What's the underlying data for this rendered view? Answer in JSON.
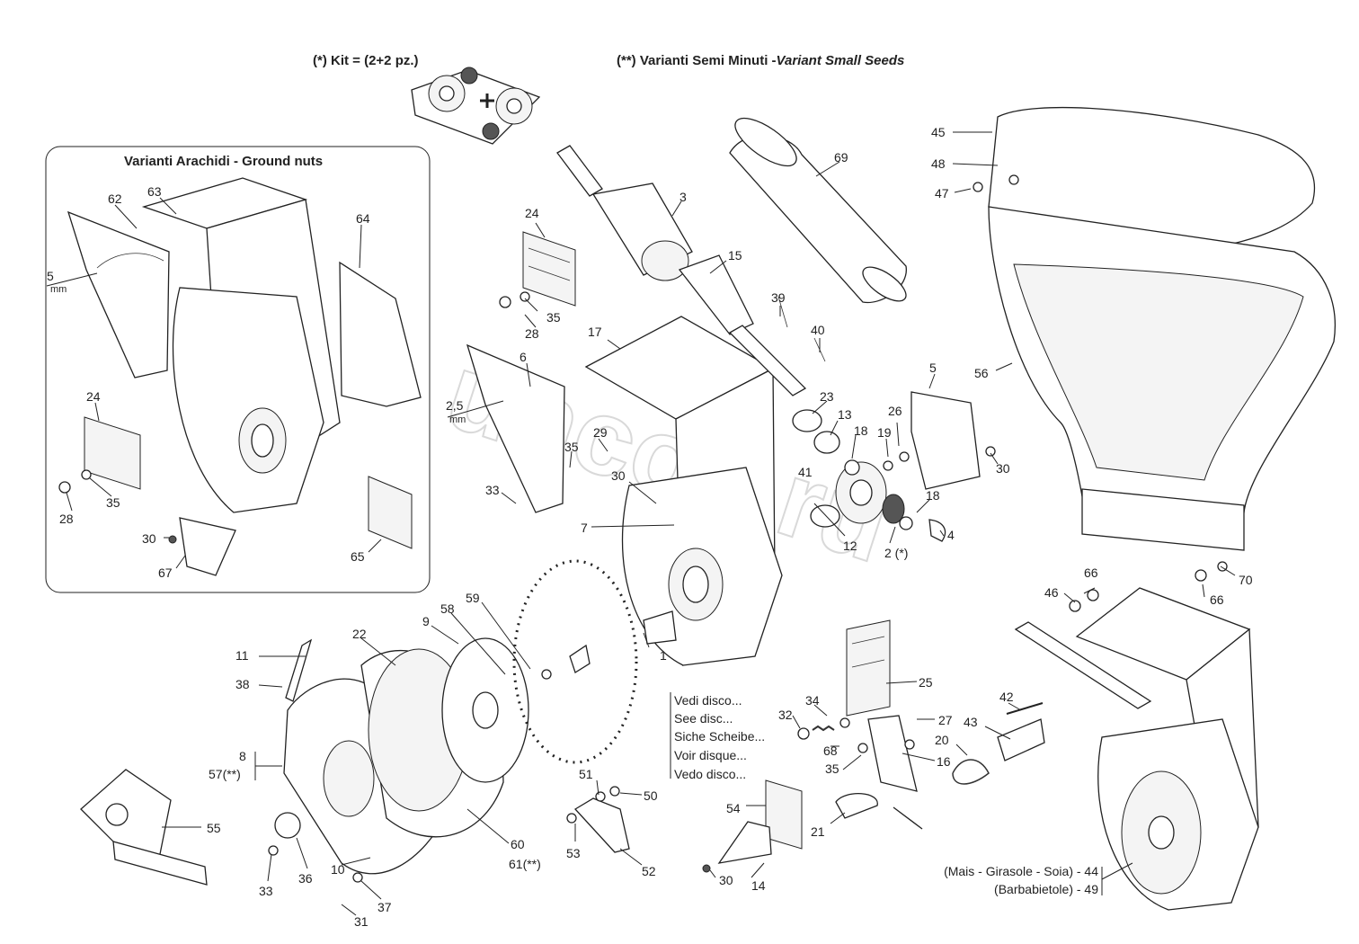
{
  "header": {
    "kit_label": "(*) Kit = (2+2 pz.)",
    "small_seeds_it": "(**) Varianti Semi Minuti -",
    "small_seeds_en": "Variant Small Seeds"
  },
  "inset": {
    "title": "Varianti Arachidi - Ground nuts"
  },
  "disc_note": [
    "Vedi  disco...",
    "See disc...",
    "Siche Scheibe...",
    "Voir disque...",
    "Vedo disco..."
  ],
  "variant_notes": {
    "line1": "(Mais - Girasole - Soia) - 44",
    "line2": "(Barbabietole) - 49"
  },
  "dim_5mm": "5",
  "dim_5mm_unit": "mm",
  "dim_25mm": "2,5",
  "dim_25mm_unit": "mm",
  "watermark": "uncos.ru",
  "labels": {
    "l45": "45",
    "l48": "48",
    "l47": "47",
    "l56": "56",
    "l69": "69",
    "l3": "3",
    "l15": "15",
    "l24a": "24",
    "l35a": "35",
    "l28a": "28",
    "l39": "39",
    "l40": "40",
    "l17": "17",
    "l6": "6",
    "l25a": "2,5",
    "l23": "23",
    "l13": "13",
    "l18a": "18",
    "l19": "19",
    "l26": "26",
    "l5": "5",
    "l30a": "30",
    "l29": "29",
    "l35b": "35",
    "l33a": "33",
    "l30b": "30",
    "l41": "41",
    "l7": "7",
    "l12": "12",
    "l2": "2 (*)",
    "l18b": "18",
    "l4": "4",
    "l62": "62",
    "l63": "63",
    "l64": "64",
    "l24b": "24",
    "l35c": "35",
    "l28b": "28",
    "l30c": "30",
    "l67": "67",
    "l65": "65",
    "l59": "59",
    "l58": "58",
    "l9": "9",
    "l22": "22",
    "l11": "11",
    "l38": "38",
    "l8": "8",
    "l57": "57(**)",
    "l1": "1",
    "l25b": "25",
    "l34": "34",
    "l32": "32",
    "l27": "27",
    "l68": "68",
    "l35d": "35",
    "l16": "16",
    "l42": "42",
    "l43": "43",
    "l20": "20",
    "l66a": "66",
    "l66b": "66",
    "l46": "46",
    "l70": "70",
    "l55": "55",
    "l60": "60",
    "l61": "61(**)",
    "l10": "10",
    "l33b": "33",
    "l36": "36",
    "l37": "37",
    "l31": "31",
    "l51": "51",
    "l50": "50",
    "l53": "53",
    "l52": "52",
    "l54": "54",
    "l30d": "30",
    "l14": "14",
    "l21": "21"
  }
}
